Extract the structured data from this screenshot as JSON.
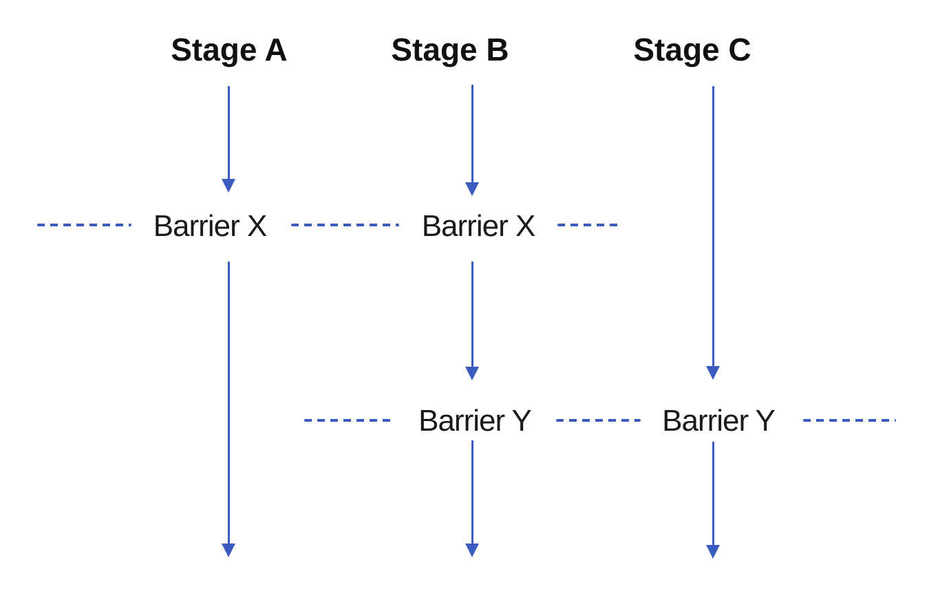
{
  "colors": {
    "arrow-blue": "#3b5cbe",
    "text-dark": "#111111",
    "background": "#ffffff"
  },
  "labels": {
    "stage_a": "Stage A",
    "stage_b": "Stage B",
    "stage_c": "Stage C",
    "barrier_x": "Barrier X",
    "barrier_y": "Barrier Y"
  },
  "diagram": {
    "type": "pipeline-barrier-flow",
    "stages": [
      "Stage A",
      "Stage B",
      "Stage C"
    ],
    "barriers": [
      {
        "label": "Barrier X",
        "crosses_stages": [
          "Stage A",
          "Stage B"
        ]
      },
      {
        "label": "Barrier Y",
        "crosses_stages": [
          "Stage B",
          "Stage C"
        ]
      }
    ]
  }
}
